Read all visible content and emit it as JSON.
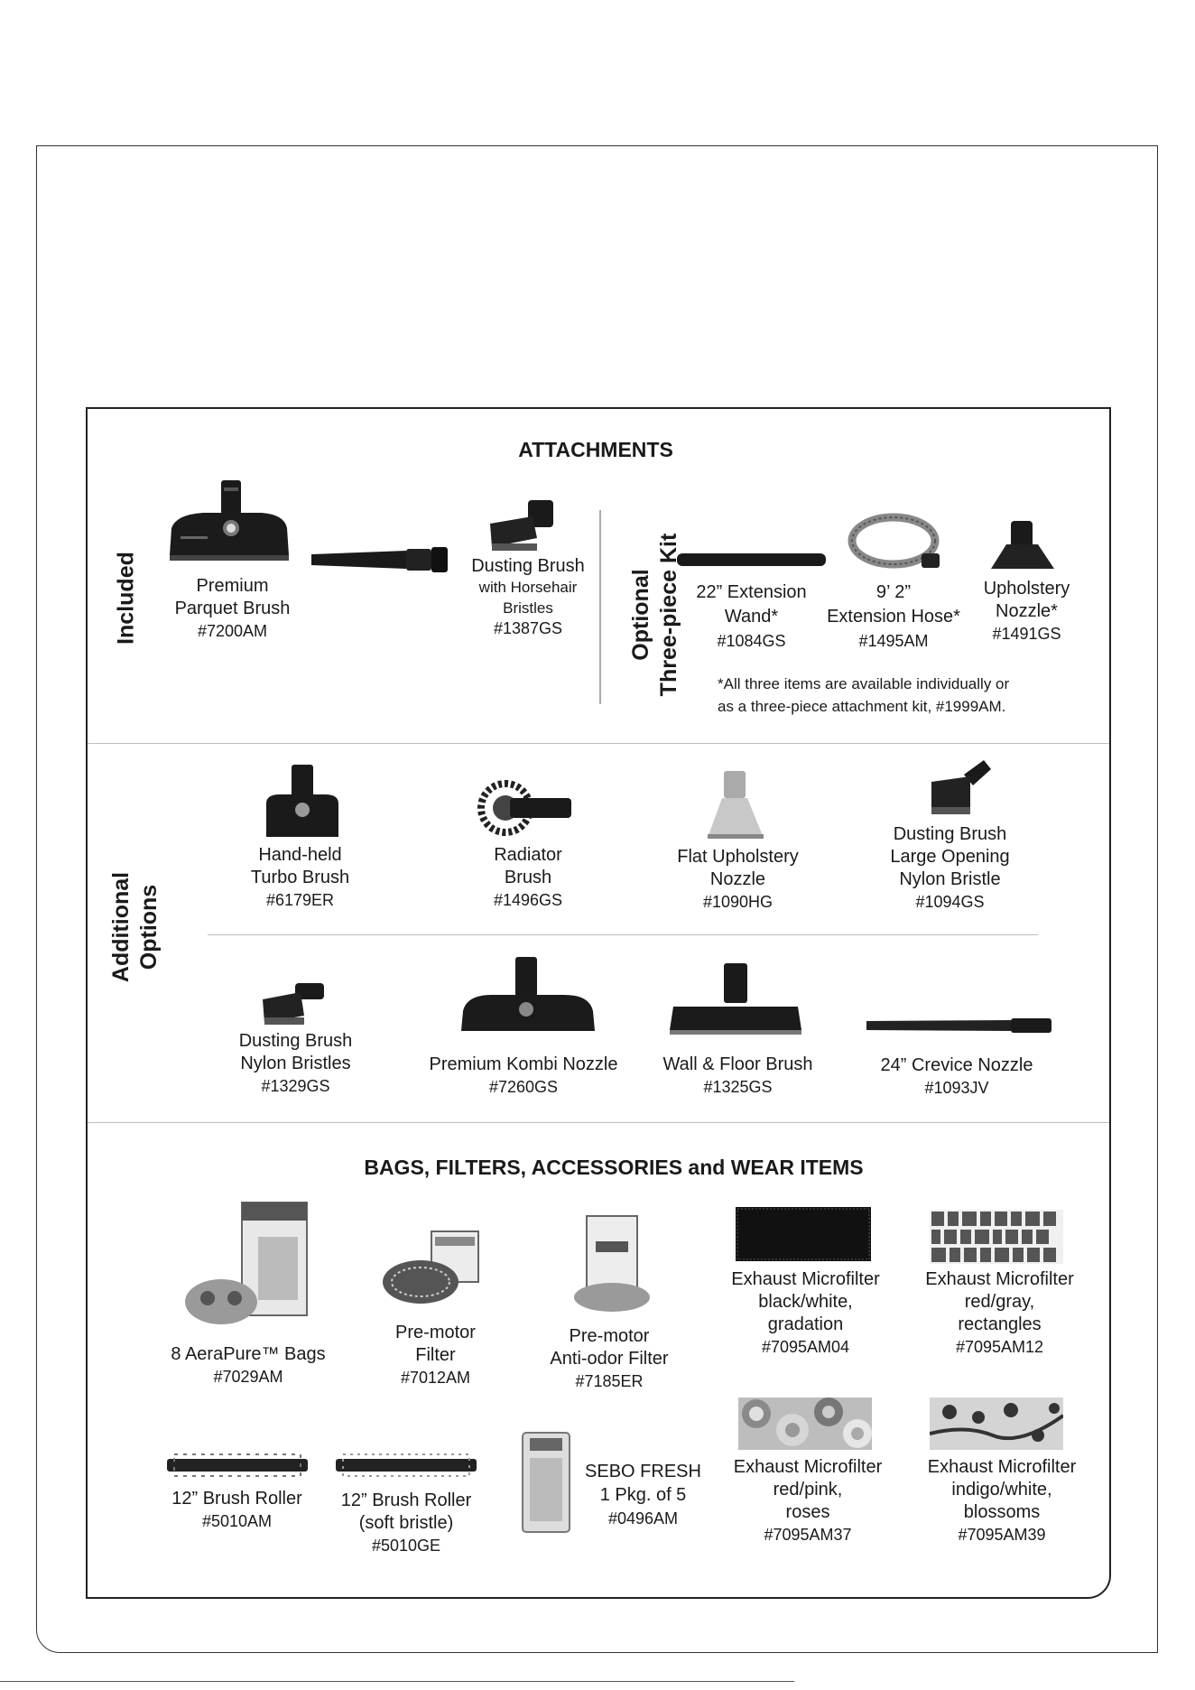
{
  "attachments": {
    "title": "ATTACHMENTS",
    "included_label": "Included",
    "optional_label": [
      "Optional",
      "Three-piece Kit"
    ],
    "included": [
      {
        "lines": [
          "Premium",
          "Parquet Brush",
          "#7200AM"
        ],
        "icon": "parquet-brush-icon"
      },
      {
        "lines": [],
        "icon": "crevice-tool-icon"
      },
      {
        "lines": [
          "Dusting Brush",
          "with Horsehair",
          "Bristles",
          "#1387GS"
        ],
        "icon": "dusting-brush-icon"
      }
    ],
    "optional": [
      {
        "lines": [
          "22” Extension",
          "Wand*",
          "#1084GS"
        ],
        "icon": "extension-wand-icon"
      },
      {
        "lines": [
          "9’ 2”",
          "Extension Hose*",
          "#1495AM"
        ],
        "icon": "extension-hose-icon"
      },
      {
        "lines": [
          "Upholstery",
          "Nozzle*",
          "#1491GS"
        ],
        "icon": "upholstery-nozzle-icon"
      }
    ],
    "note": [
      "*All three items are available individually or",
      "as a three-piece attachment kit, #1999AM."
    ]
  },
  "additional": {
    "label": [
      "Additional",
      "Options"
    ],
    "row1": [
      {
        "lines": [
          "Hand-held",
          "Turbo Brush",
          "#6179ER"
        ],
        "icon": "turbo-brush-icon"
      },
      {
        "lines": [
          "Radiator",
          "Brush",
          "#1496GS"
        ],
        "icon": "radiator-brush-icon"
      },
      {
        "lines": [
          "Flat Upholstery",
          "Nozzle",
          "#1090HG"
        ],
        "icon": "flat-upholstery-nozzle-icon"
      },
      {
        "lines": [
          "Dusting Brush",
          "Large Opening",
          "Nylon Bristle",
          "#1094GS"
        ],
        "icon": "large-dusting-brush-icon"
      }
    ],
    "row2": [
      {
        "lines": [
          "Dusting Brush",
          "Nylon Bristles",
          "#1329GS"
        ],
        "icon": "nylon-dusting-brush-icon"
      },
      {
        "lines": [
          "Premium Kombi Nozzle",
          "#7260GS"
        ],
        "icon": "kombi-nozzle-icon"
      },
      {
        "lines": [
          "Wall & Floor Brush",
          "#1325GS"
        ],
        "icon": "wall-floor-brush-icon"
      },
      {
        "lines": [
          "24” Crevice Nozzle",
          "#1093JV"
        ],
        "icon": "crevice-nozzle-icon"
      }
    ]
  },
  "bags": {
    "title": "BAGS, FILTERS, ACCESSORIES and WEAR ITEMS",
    "items": [
      {
        "lines": [
          "8 AeraPure™ Bags",
          "#7029AM"
        ],
        "icon": "bags-box-icon"
      },
      {
        "lines": [
          "Pre-motor",
          "Filter",
          "#7012AM"
        ],
        "icon": "premotor-filter-icon"
      },
      {
        "lines": [
          "Pre-motor",
          "Anti-odor Filter",
          "#7185ER"
        ],
        "icon": "antiodor-filter-icon"
      },
      {
        "lines": [
          "Exhaust Microfilter",
          "black/white,",
          "gradation",
          "#7095AM04"
        ],
        "icon": "microfilter-gradation-icon"
      },
      {
        "lines": [
          "Exhaust Microfilter",
          "red/gray,",
          "rectangles",
          "#7095AM12"
        ],
        "icon": "microfilter-rectangles-icon"
      },
      {
        "lines": [
          "12” Brush Roller",
          "#5010AM"
        ],
        "icon": "brush-roller-icon"
      },
      {
        "lines": [
          "12” Brush Roller",
          "(soft bristle)",
          "#5010GE"
        ],
        "icon": "soft-brush-roller-icon"
      },
      {
        "lines": [
          "SEBO FRESH",
          "1 Pkg. of 5",
          "#0496AM"
        ],
        "icon": "sebo-fresh-icon"
      },
      {
        "lines": [
          "Exhaust Microfilter",
          "red/pink,",
          "roses",
          "#7095AM37"
        ],
        "icon": "microfilter-roses-icon"
      },
      {
        "lines": [
          "Exhaust Microfilter",
          "indigo/white,",
          "blossoms",
          "#7095AM39"
        ],
        "icon": "microfilter-blossoms-icon"
      }
    ]
  }
}
